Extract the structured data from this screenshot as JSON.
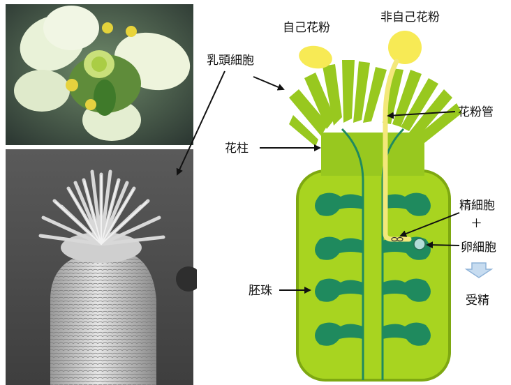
{
  "labels": {
    "self_pollen": "自己花粉",
    "nonself_pollen": "非自己花粉",
    "papilla_cell": "乳頭細胞",
    "pollen_tube": "花粉管",
    "style": "花柱",
    "sperm_cell": "精細胞",
    "plus": "＋",
    "egg_cell": "卵細胞",
    "ovule": "胚珠",
    "fertilization": "受精"
  },
  "colors": {
    "stigma": "#98c81f",
    "ovary": "#a8d420",
    "ovary_edge": "#7ea811",
    "ovule": "#1f8a5e",
    "pollen": "#f7ea55",
    "pollen_tube": "#f3e87a",
    "arrow": "#111111",
    "fert_arrow": "#9fc3e8",
    "egg_cell": "#b3dcd8"
  }
}
